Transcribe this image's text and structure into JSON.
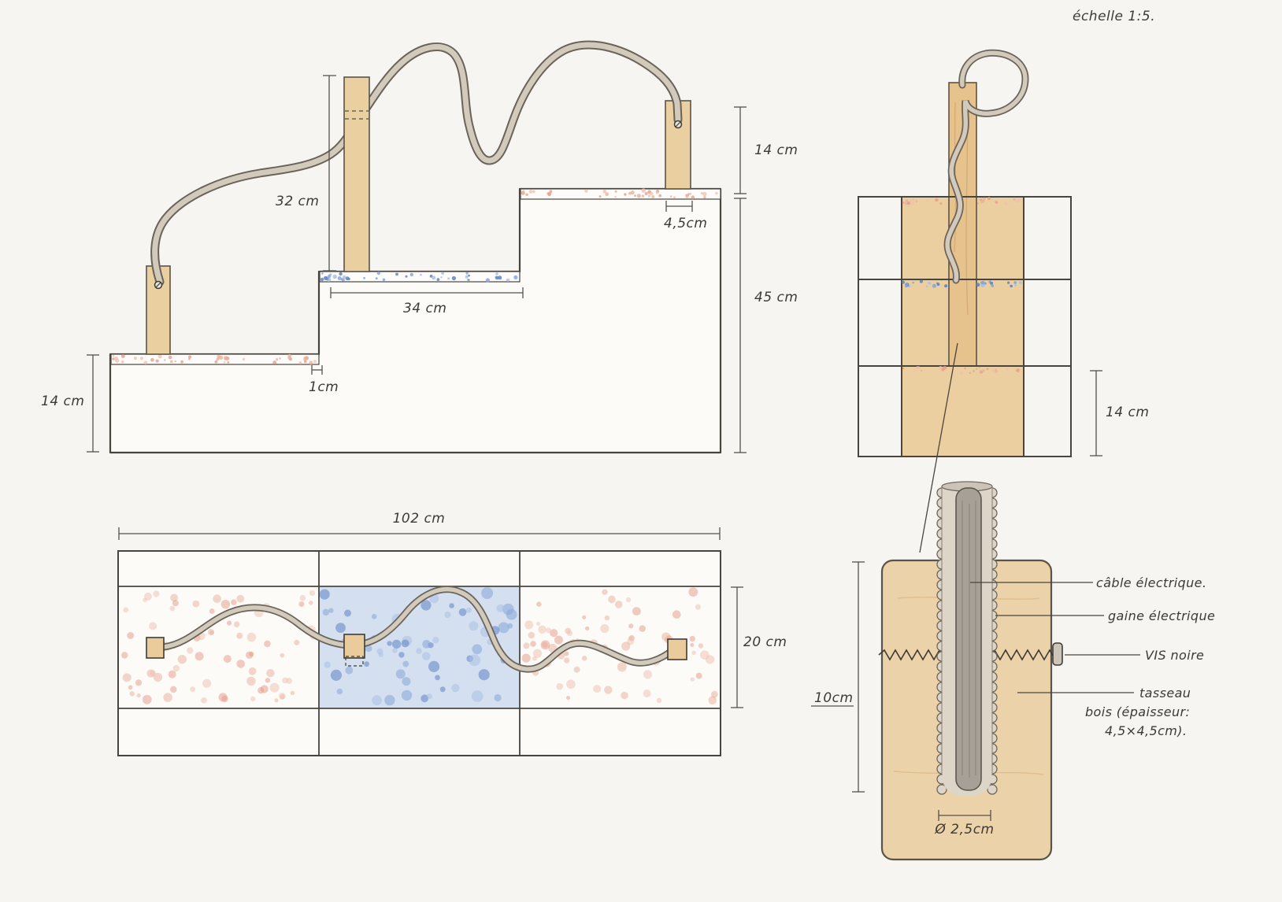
{
  "scale_note": "échelle 1:5.",
  "colors": {
    "paper": "#f7f5f1",
    "wood": "#ecd2a4",
    "ink": "#49453e",
    "cable_fill": "#d2cabb",
    "pink_speckle": "#e39a84",
    "blue_speckle": "#5d84c4"
  },
  "side_view": {
    "dims": {
      "post_height": "32 cm",
      "upper_right_height": "14 cm",
      "post_top_width": "4,5cm",
      "total_height": "45 cm",
      "middle_step_width": "34 cm",
      "edge_offset": "1cm",
      "first_step_height": "14 cm"
    }
  },
  "front_view": {
    "dims": {
      "bottom_row_height": "14 cm"
    }
  },
  "plan_view": {
    "dims": {
      "total_length": "102 cm",
      "depth": "20 cm"
    }
  },
  "detail_view": {
    "dims": {
      "block_height": "10cm",
      "sheath_diameter": "Ø 2,5cm"
    },
    "labels": {
      "cable": "câble électrique.",
      "sheath": "gaine électrique",
      "screw": "VIS noire",
      "batten_line1": "tasseau",
      "batten_line2": "bois (épaisseur:",
      "batten_line3": "4,5×4,5cm)."
    }
  }
}
